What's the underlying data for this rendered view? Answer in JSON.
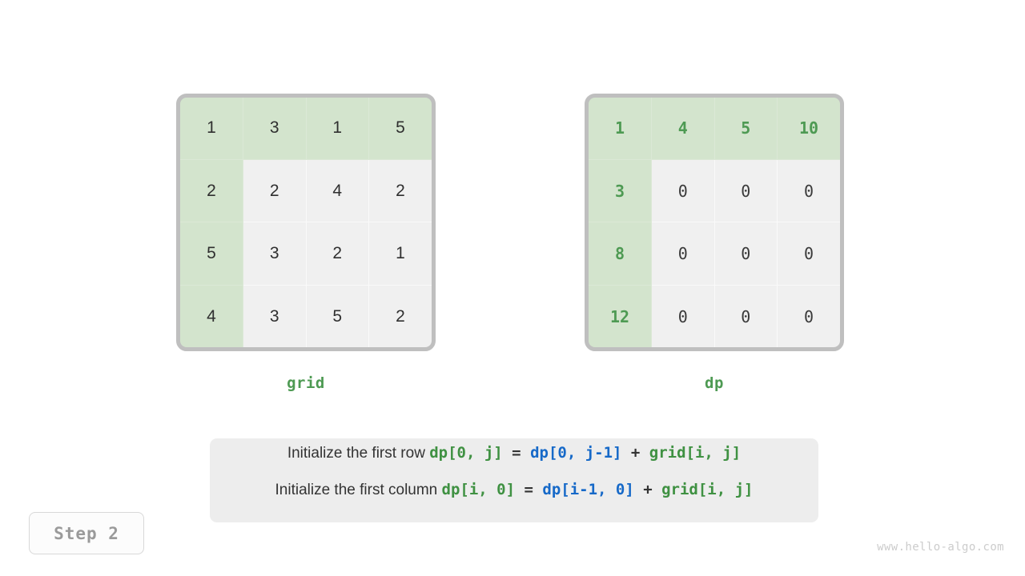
{
  "grid_matrix": {
    "caption": "grid",
    "rows": [
      [
        "1",
        "3",
        "1",
        "5"
      ],
      [
        "2",
        "2",
        "4",
        "2"
      ],
      [
        "5",
        "3",
        "2",
        "1"
      ],
      [
        "4",
        "3",
        "5",
        "2"
      ]
    ],
    "highlight_first_row": true,
    "highlight_first_column": true,
    "colors": {
      "highlight_bg": "#d3e4cd",
      "cell_bg": "#f0f0f0",
      "frame": "#bfbfbf",
      "text": "#2f2f2f"
    }
  },
  "dp_matrix": {
    "caption": "dp",
    "rows": [
      [
        "1",
        "4",
        "5",
        "10"
      ],
      [
        "3",
        "0",
        "0",
        "0"
      ],
      [
        "8",
        "0",
        "0",
        "0"
      ],
      [
        "12",
        "0",
        "0",
        "0"
      ]
    ],
    "highlight_first_row": true,
    "highlight_first_column": true,
    "colors": {
      "highlight_bg": "#d3e4cd",
      "highlight_text": "#4e9a53",
      "cell_bg": "#f0f0f0",
      "frame": "#bfbfbf",
      "text": "#3a3a3a"
    }
  },
  "formula": {
    "line1": {
      "prose": "Initialize the first row ",
      "target": "dp[0, j]",
      "equals": " = ",
      "source": "dp[0, j-1]",
      "plus": " + ",
      "addend": "grid[i, j]"
    },
    "line2": {
      "prose": "Initialize the first column ",
      "target": "dp[i, 0]",
      "equals": " = ",
      "source": "dp[i-1, 0]",
      "plus": " + ",
      "addend": "grid[i, j]"
    },
    "colors": {
      "target": "#3f9142",
      "source": "#1669c8",
      "addend": "#3f9142",
      "operator": "#333333",
      "panel_bg": "#ededed"
    }
  },
  "step_badge": {
    "label": "Step 2"
  },
  "watermark": {
    "text": "www.hello-algo.com"
  }
}
